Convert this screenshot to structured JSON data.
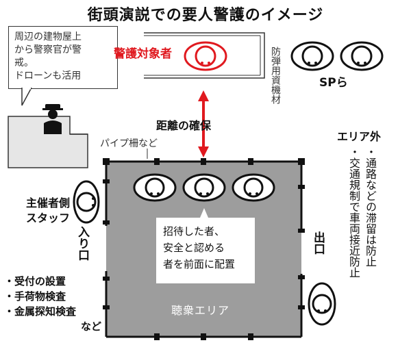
{
  "title": "街頭演説での要人警護のイメージ",
  "note": {
    "lines": [
      "周辺の建物屋上",
      "から警察官が警",
      "戒。",
      "ドローンも活用"
    ]
  },
  "vip": {
    "label": "警護対象者"
  },
  "shield": {
    "label": "防弾用資機材"
  },
  "sp": {
    "label": "SPら"
  },
  "distance": {
    "label": "距離の確保"
  },
  "fence": {
    "label": "パイプ柵など"
  },
  "outside": {
    "heading": "エリア外",
    "items": [
      "・通路などの滞留は防止",
      "・交通規制で車両接近防止"
    ]
  },
  "staff": {
    "lines": [
      "主催者側",
      "スタッフ"
    ]
  },
  "entrance": {
    "label": "入り口"
  },
  "exit": {
    "label": "出口"
  },
  "invite": {
    "lines": [
      "招待した者、",
      "安全と認める",
      "者を前面に配置"
    ]
  },
  "audience": {
    "label": "聴衆エリア"
  },
  "checks": {
    "items": [
      "・受付の設置",
      "・手荷物検査",
      "・金属探知検査",
      "など"
    ]
  },
  "colors": {
    "accent": "#e0191f",
    "area": "#9d9d9d",
    "ink": "#111111"
  }
}
